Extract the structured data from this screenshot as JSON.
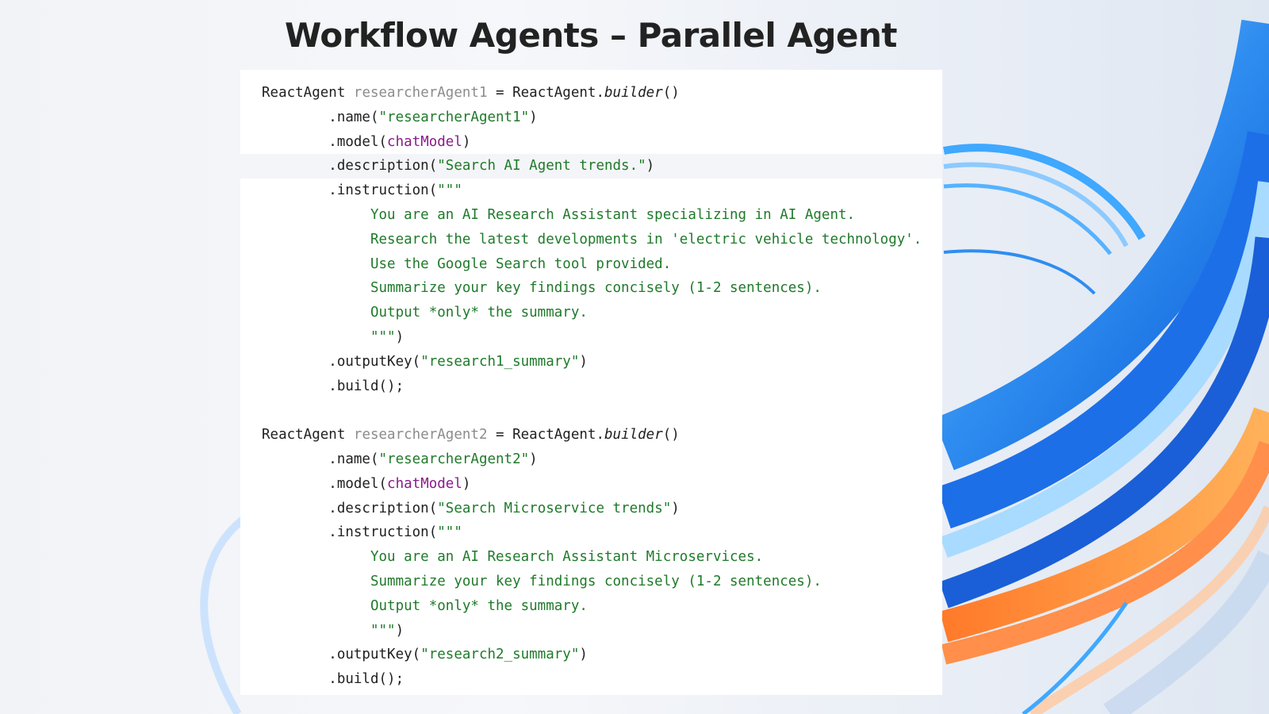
{
  "slide": {
    "title": "Workflow Agents – Parallel Agent"
  },
  "colors": {
    "plain": "#1f1f1f",
    "variable": "#8c8c8c",
    "string": "#1f7a2a",
    "field": "#8a1a8a",
    "highlight": "#f4f5f8"
  },
  "code": {
    "lines": [
      [
        {
          "t": "ReactAgent ",
          "c": "plain"
        },
        {
          "t": "researcherAgent1",
          "c": "var"
        },
        {
          "t": " = ReactAgent.",
          "c": "plain"
        },
        {
          "t": "builder",
          "c": "italic"
        },
        {
          "t": "()",
          "c": "plain"
        }
      ],
      [
        {
          "t": "        .name(",
          "c": "plain"
        },
        {
          "t": "\"researcherAgent1\"",
          "c": "str"
        },
        {
          "t": ")",
          "c": "plain"
        }
      ],
      [
        {
          "t": "        .model(",
          "c": "plain"
        },
        {
          "t": "chatModel",
          "c": "field"
        },
        {
          "t": ")",
          "c": "plain"
        }
      ],
      [
        {
          "t": "        .description(",
          "c": "plain"
        },
        {
          "t": "\"Search AI Agent trends.\"",
          "c": "str"
        },
        {
          "t": ")",
          "c": "plain"
        }
      ],
      [
        {
          "t": "        .instruction(",
          "c": "plain"
        },
        {
          "t": "\"\"\"",
          "c": "str"
        }
      ],
      [
        {
          "t": "             You are an AI Research Assistant specializing in AI Agent.",
          "c": "str"
        }
      ],
      [
        {
          "t": "             Research the latest developments in 'electric vehicle technology'.",
          "c": "str"
        }
      ],
      [
        {
          "t": "             Use the Google Search tool provided.",
          "c": "str"
        }
      ],
      [
        {
          "t": "             Summarize your key findings concisely (1-2 sentences).",
          "c": "str"
        }
      ],
      [
        {
          "t": "             Output *only* the summary.",
          "c": "str"
        }
      ],
      [
        {
          "t": "             \"\"\"",
          "c": "str"
        },
        {
          "t": ")",
          "c": "plain"
        }
      ],
      [
        {
          "t": "        .outputKey(",
          "c": "plain"
        },
        {
          "t": "\"research1_summary\"",
          "c": "str"
        },
        {
          "t": ")",
          "c": "plain"
        }
      ],
      [
        {
          "t": "        .build();",
          "c": "plain"
        }
      ],
      [],
      [
        {
          "t": "ReactAgent ",
          "c": "plain"
        },
        {
          "t": "researcherAgent2",
          "c": "var"
        },
        {
          "t": " = ReactAgent.",
          "c": "plain"
        },
        {
          "t": "builder",
          "c": "italic"
        },
        {
          "t": "()",
          "c": "plain"
        }
      ],
      [
        {
          "t": "        .name(",
          "c": "plain"
        },
        {
          "t": "\"researcherAgent2\"",
          "c": "str"
        },
        {
          "t": ")",
          "c": "plain"
        }
      ],
      [
        {
          "t": "        .model(",
          "c": "plain"
        },
        {
          "t": "chatModel",
          "c": "field"
        },
        {
          "t": ")",
          "c": "plain"
        }
      ],
      [
        {
          "t": "        .description(",
          "c": "plain"
        },
        {
          "t": "\"Search Microservice trends\"",
          "c": "str"
        },
        {
          "t": ")",
          "c": "plain"
        }
      ],
      [
        {
          "t": "        .instruction(",
          "c": "plain"
        },
        {
          "t": "\"\"\"",
          "c": "str"
        }
      ],
      [
        {
          "t": "             You are an AI Research Assistant Microservices.",
          "c": "str"
        }
      ],
      [
        {
          "t": "             Summarize your key findings concisely (1-2 sentences).",
          "c": "str"
        }
      ],
      [
        {
          "t": "             Output *only* the summary.",
          "c": "str"
        }
      ],
      [
        {
          "t": "             \"\"\"",
          "c": "str"
        },
        {
          "t": ")",
          "c": "plain"
        }
      ],
      [
        {
          "t": "        .outputKey(",
          "c": "plain"
        },
        {
          "t": "\"research2_summary\"",
          "c": "str"
        },
        {
          "t": ")",
          "c": "plain"
        }
      ],
      [
        {
          "t": "        .build();",
          "c": "plain"
        }
      ]
    ],
    "highlighted_line": 3
  }
}
